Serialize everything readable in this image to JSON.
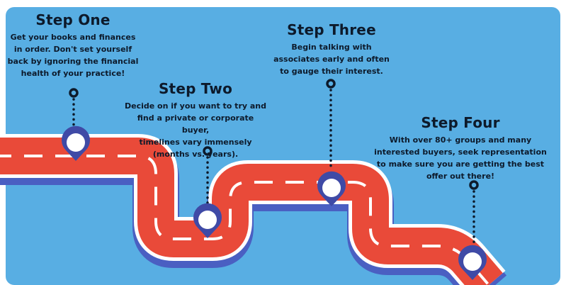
{
  "steps": [
    {
      "title": "Step One",
      "body": [
        "Get your books and finances",
        "in order. Don't set yourself",
        "back by ignoring the financial",
        "health of your practice!"
      ]
    },
    {
      "title": "Step Two",
      "body": [
        "Decide on if you want to try and",
        "find a private or corporate buyer,",
        "timelines vary immensely",
        "(months vs. years)."
      ]
    },
    {
      "title": "Step Three",
      "body": [
        "Begin talking with",
        "associates early and often",
        "to gauge their interest."
      ]
    },
    {
      "title": "Step Four",
      "body": [
        "With over 80+ groups and many",
        "interested buyers, seek representation",
        "to make sure you are getting the best",
        "offer out there!"
      ]
    }
  ],
  "colors": {
    "background": "#58aee3",
    "road": "#e94a39",
    "road_shadow": "#4a5fc2",
    "road_edge": "#ffffff",
    "pin": "#3f4aa6",
    "text": "#0d1a2b"
  }
}
